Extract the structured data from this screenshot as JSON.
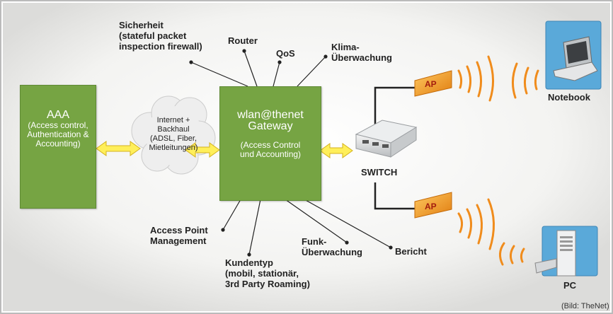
{
  "boxes": {
    "aaa": {
      "title": "AAA",
      "subtitle": "(Access control,\nAuthentication &\nAccounting)"
    },
    "gateway": {
      "title": "wlan@thenet\nGateway",
      "subtitle": "(Access Control\nund Accounting)"
    }
  },
  "cloud": {
    "label": "Internet +\nBackhaul\n(ADSL, Fiber,\nMietleitungen)"
  },
  "switch": {
    "label": "SWITCH"
  },
  "access_points": {
    "label": "AP"
  },
  "devices": {
    "notebook": "Notebook",
    "pc": "PC"
  },
  "features": {
    "security": "Sicherheit\n(stateful packet\ninspection firewall)",
    "router": "Router",
    "qos": "QoS",
    "climate": "Klima-\nÜberwachung",
    "ap_management": "Access Point\nManagement",
    "customer_type": "Kundentyp\n(mobil, stationär,\n3rd Party Roaming)",
    "radio": "Funk-\nÜberwachung",
    "report": "Bericht"
  },
  "credit": "(Bild: TheNet)",
  "colors": {
    "box_green": "#76a443",
    "arrow_yellow": "#ffef5a",
    "ap_orange": "#f0a030",
    "wave_orange": "#f08c1c",
    "device_blue": "#5aa9d9"
  }
}
